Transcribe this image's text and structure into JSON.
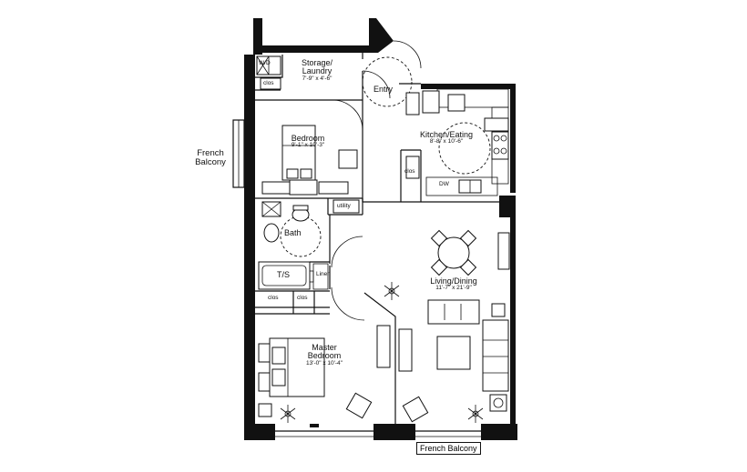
{
  "side_label": {
    "line1": "French",
    "line2": "Balcony"
  },
  "rooms": {
    "storage": {
      "name1": "Storage/",
      "name2": "Laundry",
      "dim": "7'-9\" x 4'-6\""
    },
    "entry": {
      "name": "Entry"
    },
    "bedroom": {
      "name": "Bedroom",
      "dim": "9'-1\" x 10'-3\""
    },
    "kitchen": {
      "name": "Kitchen/Eating",
      "dim": "8'-8\" x 10'-6\""
    },
    "bath": {
      "name": "Bath"
    },
    "living": {
      "name": "Living/Dining",
      "dim": "11'-7\" x 21'-9\""
    },
    "master": {
      "name1": "Master",
      "name2": "Bedroom",
      "dim": "13'-0\" x 10'-4\""
    }
  },
  "fixtures": {
    "wd": "W/D",
    "clos_bedroom": "clos",
    "clos_kitchen": "clos",
    "dw": "DW",
    "utility": "utility",
    "ts": "T/S",
    "linen": "Linen",
    "clos_master_1": "clos",
    "clos_master_2": "clos"
  },
  "bottom_label": "French Balcony"
}
